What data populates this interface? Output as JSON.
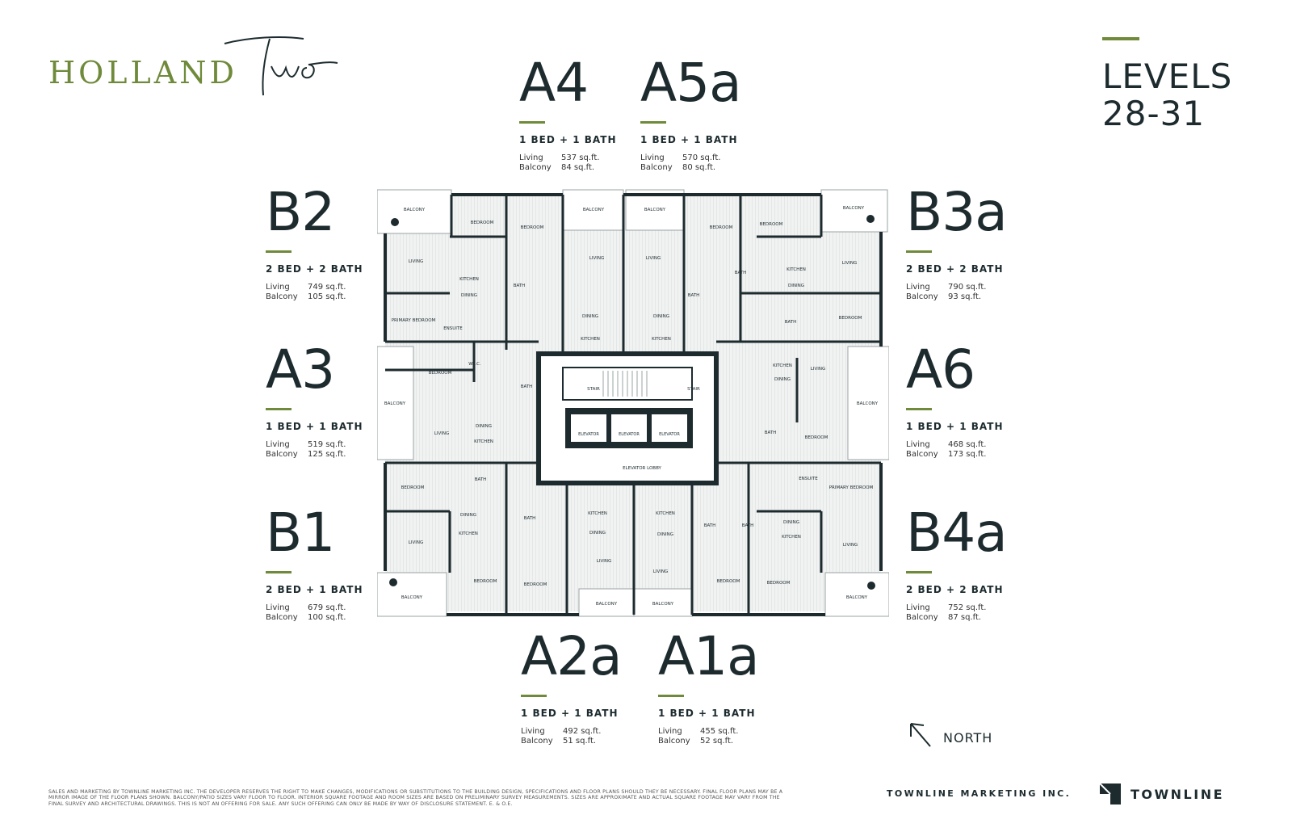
{
  "brand": {
    "wordmark": "HOLLAND",
    "script": "Two",
    "accent_color": "#6f8a3a",
    "ink_color": "#1d2b2f"
  },
  "levels": {
    "line1": "LEVELS",
    "line2": "28-31"
  },
  "units": {
    "A4": {
      "code": "A4",
      "type": "1 BED + 1 BATH",
      "living_label": "Living",
      "living": "537 sq.ft.",
      "balcony_label": "Balcony",
      "balcony": "84 sq.ft."
    },
    "A5a": {
      "code": "A5a",
      "type": "1 BED + 1 BATH",
      "living_label": "Living",
      "living": "570 sq.ft.",
      "balcony_label": "Balcony",
      "balcony": "80 sq.ft."
    },
    "B2": {
      "code": "B2",
      "type": "2 BED + 2 BATH",
      "living_label": "Living",
      "living": "749 sq.ft.",
      "balcony_label": "Balcony",
      "balcony": "105 sq.ft."
    },
    "B3a": {
      "code": "B3a",
      "type": "2 BED + 2 BATH",
      "living_label": "Living",
      "living": "790 sq.ft.",
      "balcony_label": "Balcony",
      "balcony": "93 sq.ft."
    },
    "A3": {
      "code": "A3",
      "type": "1 BED + 1 BATH",
      "living_label": "Living",
      "living": "519 sq.ft.",
      "balcony_label": "Balcony",
      "balcony": "125 sq.ft."
    },
    "A6": {
      "code": "A6",
      "type": "1 BED + 1 BATH",
      "living_label": "Living",
      "living": "468 sq.ft.",
      "balcony_label": "Balcony",
      "balcony": "173 sq.ft."
    },
    "B1": {
      "code": "B1",
      "type": "2 BED + 1 BATH",
      "living_label": "Living",
      "living": "679 sq.ft.",
      "balcony_label": "Balcony",
      "balcony": "100 sq.ft."
    },
    "B4a": {
      "code": "B4a",
      "type": "2 BED + 2 BATH",
      "living_label": "Living",
      "living": "752 sq.ft.",
      "balcony_label": "Balcony",
      "balcony": "87 sq.ft."
    },
    "A2a": {
      "code": "A2a",
      "type": "1 BED + 1 BATH",
      "living_label": "Living",
      "living": "492 sq.ft.",
      "balcony_label": "Balcony",
      "balcony": "51 sq.ft."
    },
    "A1a": {
      "code": "A1a",
      "type": "1 BED + 1 BATH",
      "living_label": "Living",
      "living": "455 sq.ft.",
      "balcony_label": "Balcony",
      "balcony": "52 sq.ft."
    }
  },
  "plan_labels": {
    "balcony": "BALCONY",
    "bedroom": "BEDROOM",
    "primary_bedroom": "PRIMARY BEDROOM",
    "living": "LIVING",
    "dining": "DINING",
    "kitchen": "KITCHEN",
    "bath": "BATH",
    "ensuite": "ENSUITE",
    "wic": "W.I.C.",
    "stair": "STAIR",
    "elevator": "ELEVATOR",
    "elevator_lobby": "ELEVATOR LOBBY"
  },
  "north": {
    "label": "NORTH",
    "icon": "north-arrow-icon"
  },
  "footer": {
    "disclaimer": "Sales and marketing by Townline Marketing Inc. The developer reserves the right to make changes, modifications or substitutions to the building design, specifications and floor plans should they be necessary. Final floor plans may be a mirror image of the floor plans shown. Balcony/patio sizes vary floor to floor. Interior square footage and room sizes are based on preliminary survey measurements. Sizes are approximate and actual square footage may vary from the final survey and architectural drawings. This is not an offering for sale. Any such offering can only be made by way of disclosure statement. E. & O.E.",
    "marketing": "TOWNLINE MARKETING INC.",
    "company": "TOWNLINE"
  }
}
